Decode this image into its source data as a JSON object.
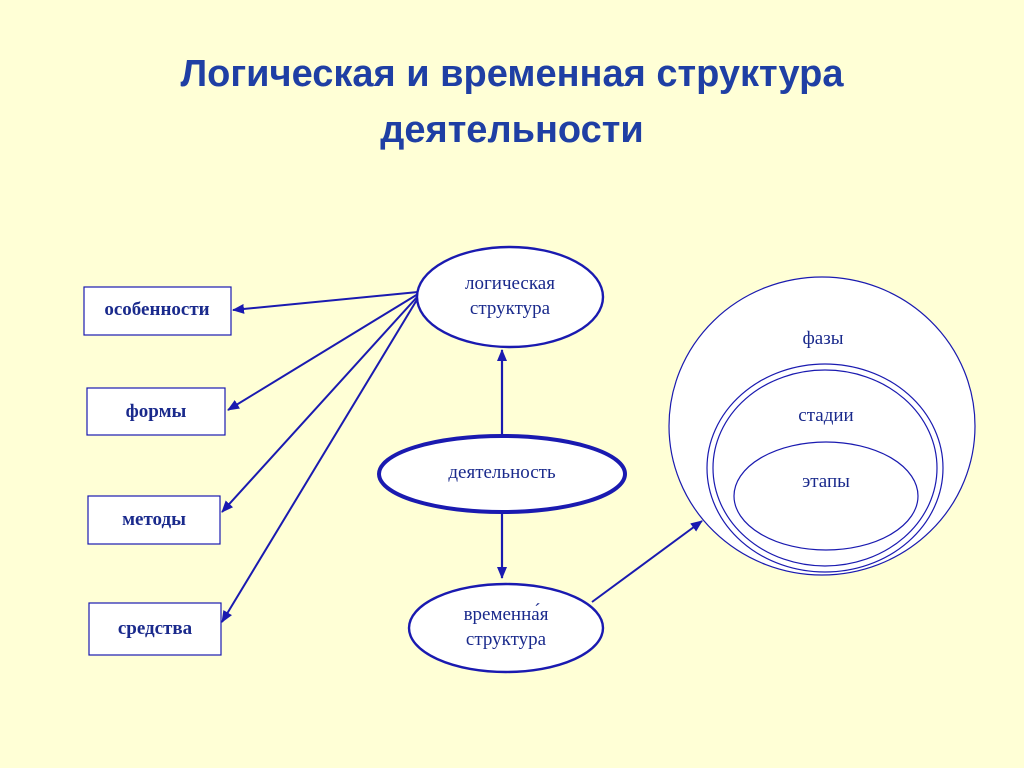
{
  "title": {
    "line1": "Логическая и временная структура",
    "line2": "деятельности"
  },
  "nodes": {
    "logical": {
      "line1": "логическая",
      "line2": "структура"
    },
    "activity": "деятельность",
    "temporal": {
      "line1": "временна́я",
      "line2": "структура"
    }
  },
  "boxes": [
    "особенности",
    "формы",
    "методы",
    "средства"
  ],
  "circles": {
    "outer": "фазы",
    "middle": "стадии",
    "inner": "этапы"
  },
  "colors": {
    "background": "#ffffd6",
    "title": "#1f3fa4",
    "stroke": "#1a1ab0",
    "text": "#1a2a8c"
  }
}
